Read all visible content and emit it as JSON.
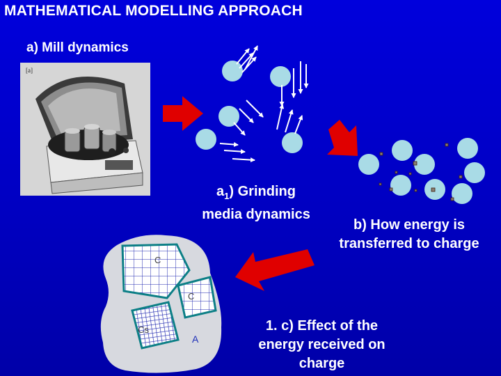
{
  "slide": {
    "title": "MATHEMATICAL MODELLING APPROACH",
    "mill_label": "a) Mill dynamics",
    "grinding_label_prefix": "a",
    "grinding_label_sub": "1",
    "grinding_label_line1_rest": ") Grinding",
    "grinding_label_line2": "media dynamics",
    "energy_label_line1": "b) How energy is",
    "energy_label_line2": "transferred to charge",
    "effect_label_line1": "1. c) Effect of the",
    "effect_label_line2": "energy received on",
    "effect_label_line3": "charge"
  },
  "photo": {
    "panel_tag": "[a]"
  },
  "particle_diagram": {
    "labels": [
      "C",
      "C",
      "Cs",
      "A"
    ]
  },
  "colors": {
    "background": "#0000cc",
    "text": "#ffffff",
    "arrow": "#e00000",
    "ball": "#a9dbe6",
    "particle_body": "#d7d9df",
    "grain_outline": "#0c7f86",
    "grain_grid": "#2028b0"
  }
}
